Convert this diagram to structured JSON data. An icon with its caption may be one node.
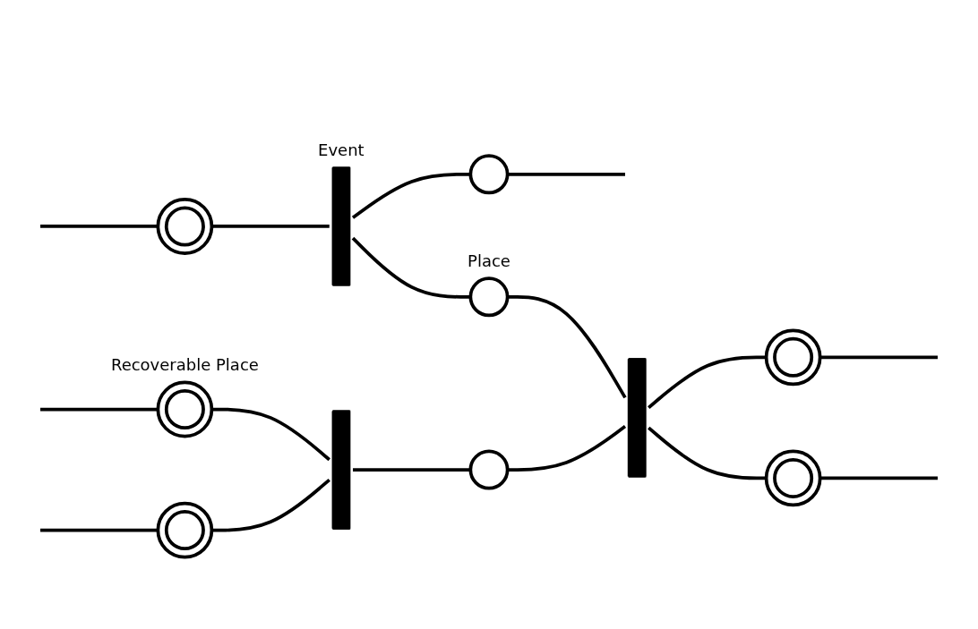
{
  "diagram": {
    "nodes": [
      {
        "text": [],
        "shape": "doublecircle"
      },
      {
        "text": [],
        "shape": "bar",
        "beside": [
          "Event"
        ]
      },
      {
        "text": [],
        "shape": "circle"
      },
      {
        "text": [],
        "shape": "circle",
        "beside": [
          "Place"
        ]
      },
      {
        "text": [],
        "shape": "doublecircle"
      },
      {
        "text": [],
        "shape": "bar"
      },
      {
        "text": [],
        "shape": "doublecircle"
      },
      {
        "text": [],
        "shape": "doublecircle",
        "beside": [
          "Recoverable Place"
        ]
      },
      {
        "text": [],
        "shape": "circle"
      },
      {
        "text": [],
        "shape": "bar"
      },
      {
        "text": [],
        "shape": "doublecircle"
      }
    ],
    "edges": [
      {
        "from": null,
        "to": 0,
        "arrow": "none"
      },
      {
        "from": 0,
        "to": 1,
        "arrow": "none"
      },
      {
        "from": 1,
        "to": 2,
        "arrow": "none"
      },
      {
        "from": 2,
        "to": null,
        "arrow": "none"
      },
      {
        "from": 1,
        "to": 3,
        "arrow": "none"
      },
      {
        "from": 3,
        "to": 9,
        "arrow": "none"
      },
      {
        "from": 9,
        "to": 4,
        "arrow": "none"
      },
      {
        "from": 4,
        "to": null,
        "arrow": "none"
      },
      {
        "from": 9,
        "to": 6,
        "arrow": "none"
      },
      {
        "from": 6,
        "to": null,
        "arrow": "none"
      },
      {
        "from": null,
        "to": 7,
        "arrow": "none"
      },
      {
        "from": 7,
        "to": 5,
        "arrow": "none"
      },
      {
        "from": null,
        "to": 10,
        "arrow": "none"
      },
      {
        "from": 10,
        "to": 5,
        "arrow": "none"
      },
      {
        "from": 5,
        "to": 8,
        "arrow": "none"
      },
      {
        "from": 8,
        "to": 9,
        "arrow": "none"
      }
    ]
  }
}
